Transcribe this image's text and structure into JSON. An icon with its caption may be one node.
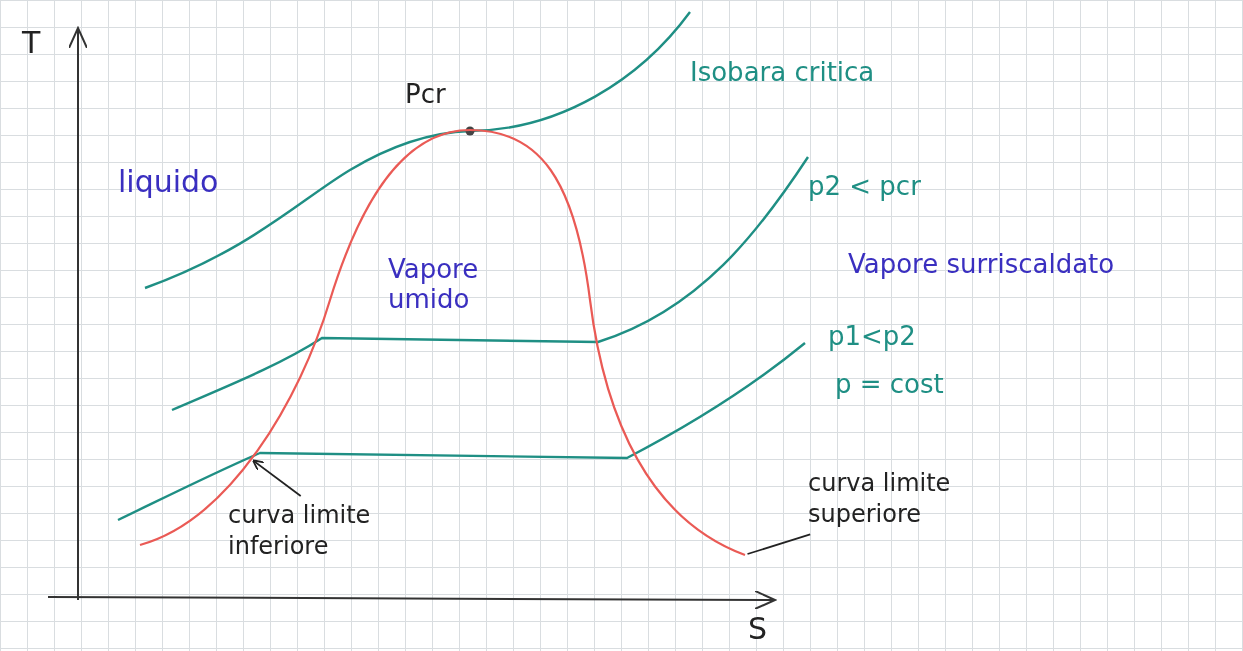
{
  "diagram": {
    "nodes": [
      {
        "text": [
          "curva limite inferiore"
        ]
      },
      {
        "text": [],
        "shape": "curve"
      },
      {
        "text": [
          "curva limite superiore"
        ]
      },
      {
        "text": [],
        "shape": "curve"
      }
    ],
    "edges": [
      {
        "from": 0,
        "to": 1,
        "arrow": "to"
      },
      {
        "from": 2,
        "to": 3,
        "arrow": "none"
      }
    ],
    "labels": [
      "T",
      "Isobara critica",
      "Pcr",
      "liquido",
      "p2 < pcr",
      "Vapore umido",
      "Vapore surriscaldato",
      "p1<p2",
      "p = cost",
      "S"
    ]
  }
}
